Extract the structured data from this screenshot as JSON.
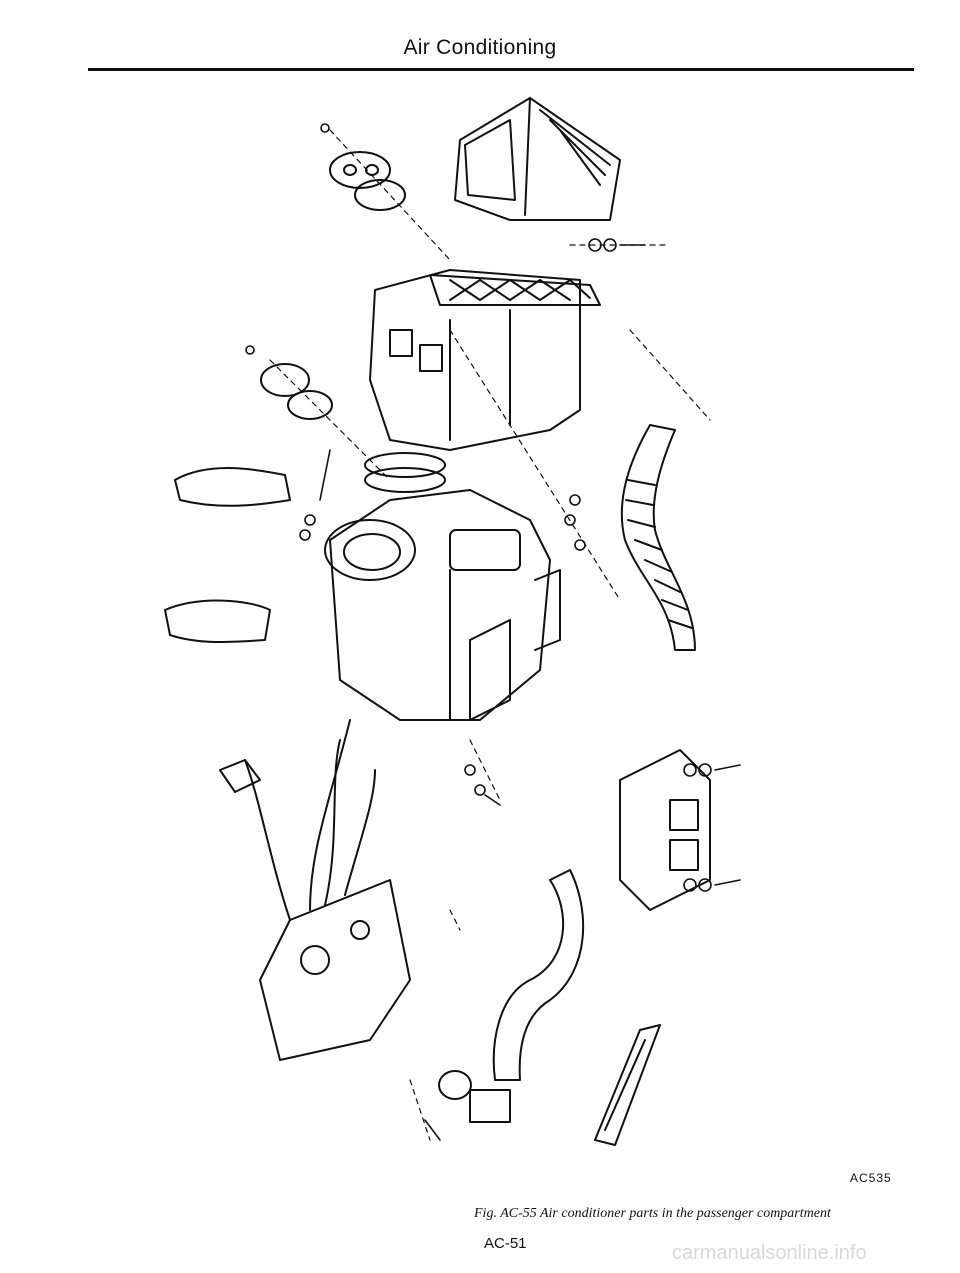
{
  "header": {
    "title": "Air Conditioning"
  },
  "figure": {
    "ref_code": "AC535",
    "caption": "Fig. AC-55  Air conditioner parts in the passenger compartment"
  },
  "footer": {
    "page_number": "AC-51"
  },
  "watermark": "carmanualsonline.info"
}
